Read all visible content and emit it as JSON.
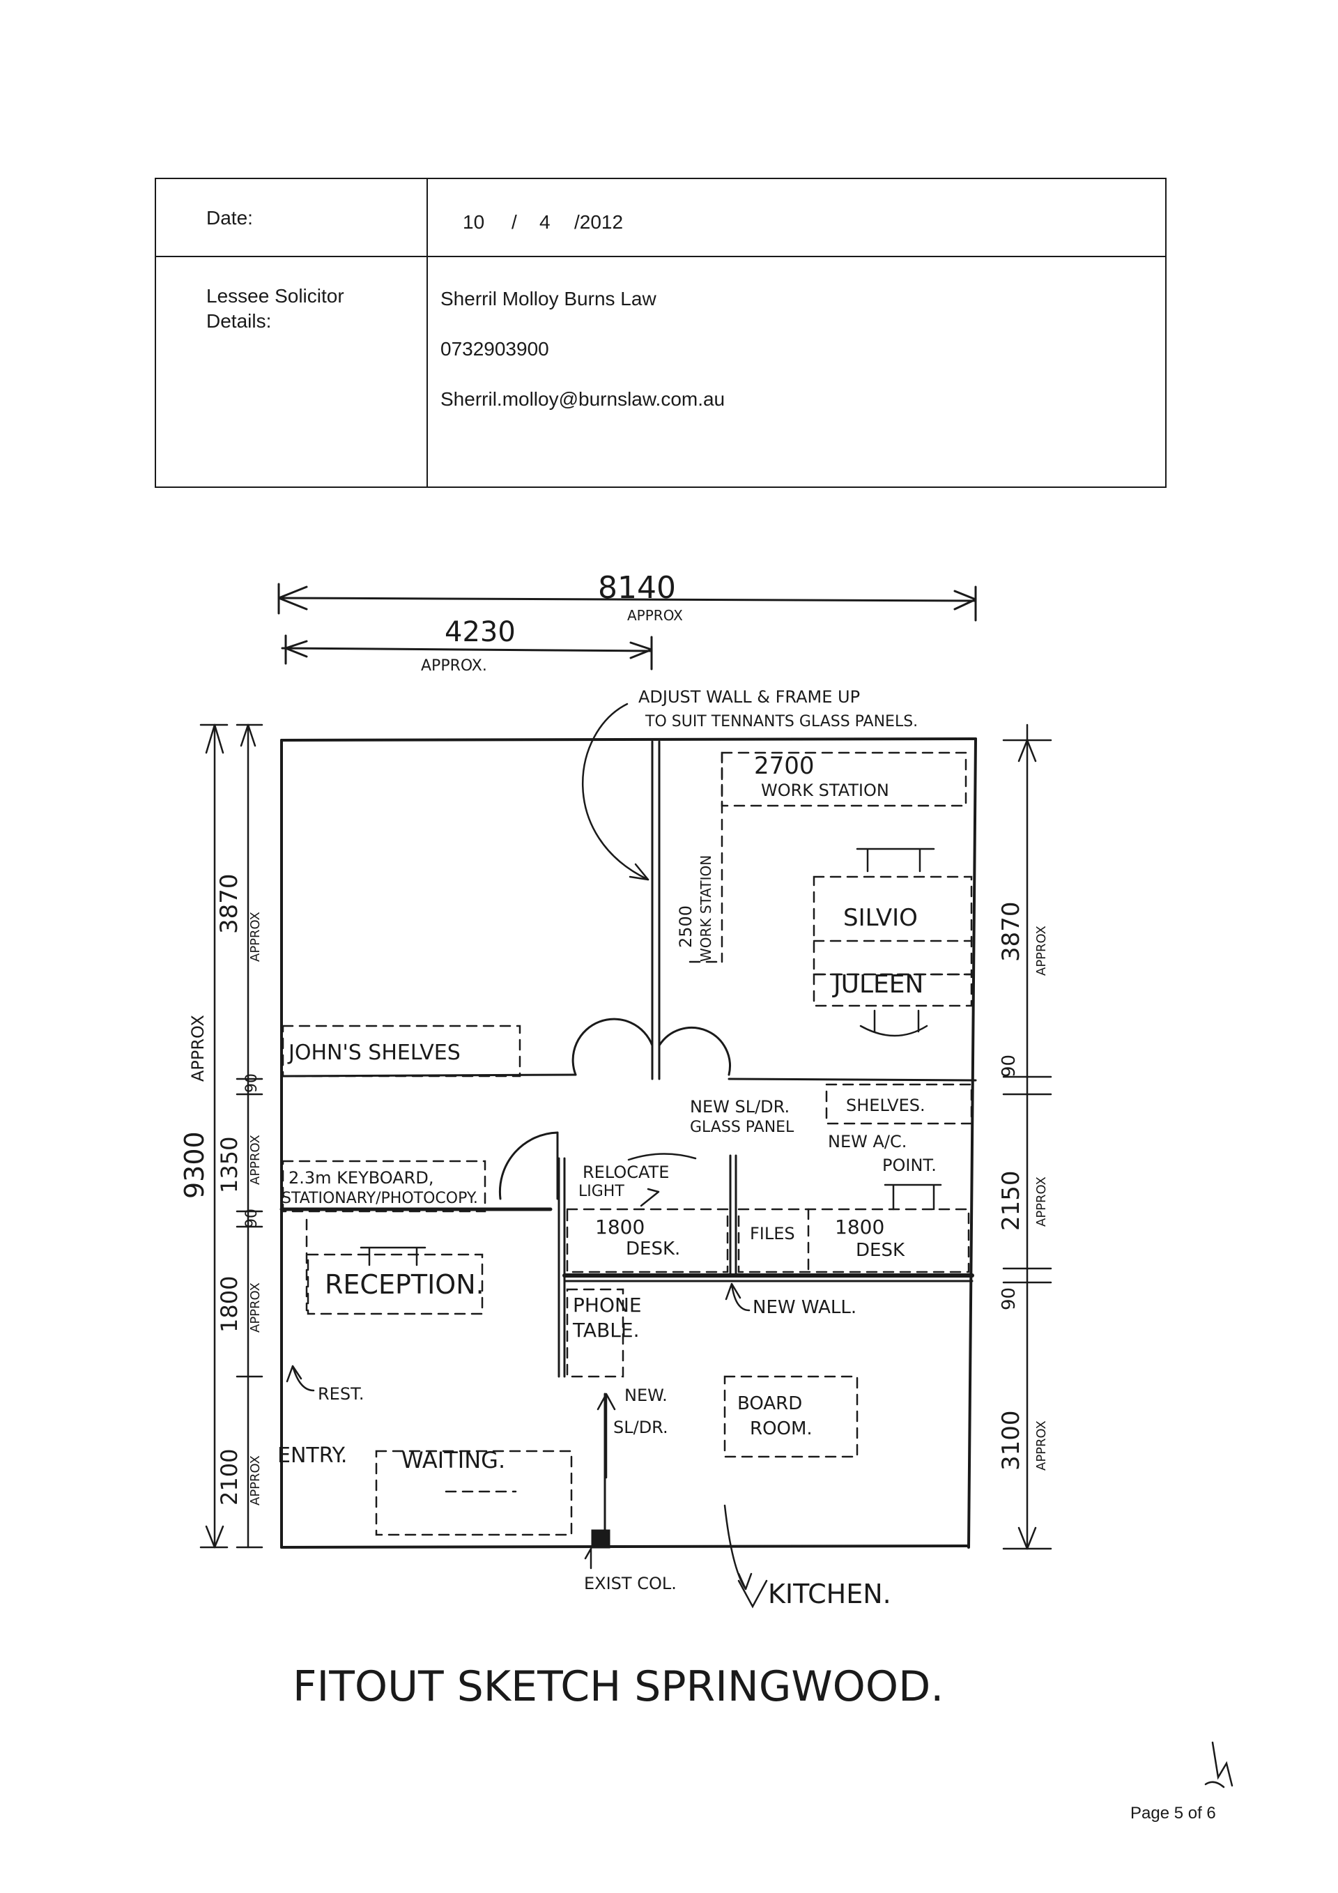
{
  "table": {
    "date_label": "Date:",
    "date_day": "10",
    "date_sep1": "/",
    "date_month": "4",
    "date_year": "/2012",
    "solicitor_label_line1": "Lessee Solicitor",
    "solicitor_label_line2": "Details:",
    "solicitor_name": "Sherril Molloy Burns Law",
    "solicitor_phone": "0732903900",
    "solicitor_email": "Sherril.molloy@burnslaw.com.au"
  },
  "sketch": {
    "dim_total_width": "8140",
    "dim_total_width_note": "APPROX",
    "dim_left_width": "4230",
    "dim_left_width_note": "APPROX.",
    "note_wall": "ADJUST WALL & FRAME UP",
    "note_wall_2": "TO SUIT TENNANTS GLASS PANELS.",
    "workstation_top": "2700",
    "workstation_top_label": "WORK STATION",
    "workstation_side": "2500",
    "workstation_side_label": "WORK STATION",
    "name_1": "SILVIO",
    "name_2": "JULEEN",
    "johns_shelves": "JOHN'S SHELVES",
    "new_sl_dr": "NEW SL/DR.",
    "glass_panel": "GLASS PANEL",
    "shelves": "SHELVES.",
    "new_ac": "NEW A/C.",
    "ac_point": "POINT.",
    "keyboard_line1": "2.3m KEYBOARD,",
    "keyboard_line2": "STATIONARY/PHOTOCOPY.",
    "relocate_line1": "RELOCATE",
    "relocate_line2": "LIGHT",
    "desk_1": "1800",
    "desk_1_label": "DESK.",
    "files": "FILES",
    "desk_2": "1800",
    "desk_2_label": "DESK",
    "reception": "RECEPTION.",
    "phone_table_1": "PHONE",
    "phone_table_2": "TABLE.",
    "new_wall": "NEW WALL.",
    "rest": "REST.",
    "new_sl_dr_2": "NEW.",
    "new_sl_dr_2b": "SL/DR.",
    "board_room_1": "BOARD",
    "board_room_2": "ROOM.",
    "entry": "ENTRY.",
    "waiting": "WAITING.",
    "exist_col": "EXIST COL.",
    "kitchen": "KITCHEN.",
    "dim_left_total": "9300",
    "dim_left_total_note": "APPROX",
    "dim_3870": "3870",
    "dim_90a": "90",
    "dim_1350": "1350",
    "dim_90b": "90",
    "dim_1800": "1800",
    "dim_2100": "2100",
    "dim_right_3870": "3870",
    "dim_right_90a": "90",
    "dim_2150": "2150",
    "dim_right_90b": "90",
    "dim_3100": "3100",
    "approx": "APPROX",
    "title": "FITOUT SKETCH SPRINGWOOD."
  },
  "footer": {
    "page": "Page 5 of 6"
  }
}
